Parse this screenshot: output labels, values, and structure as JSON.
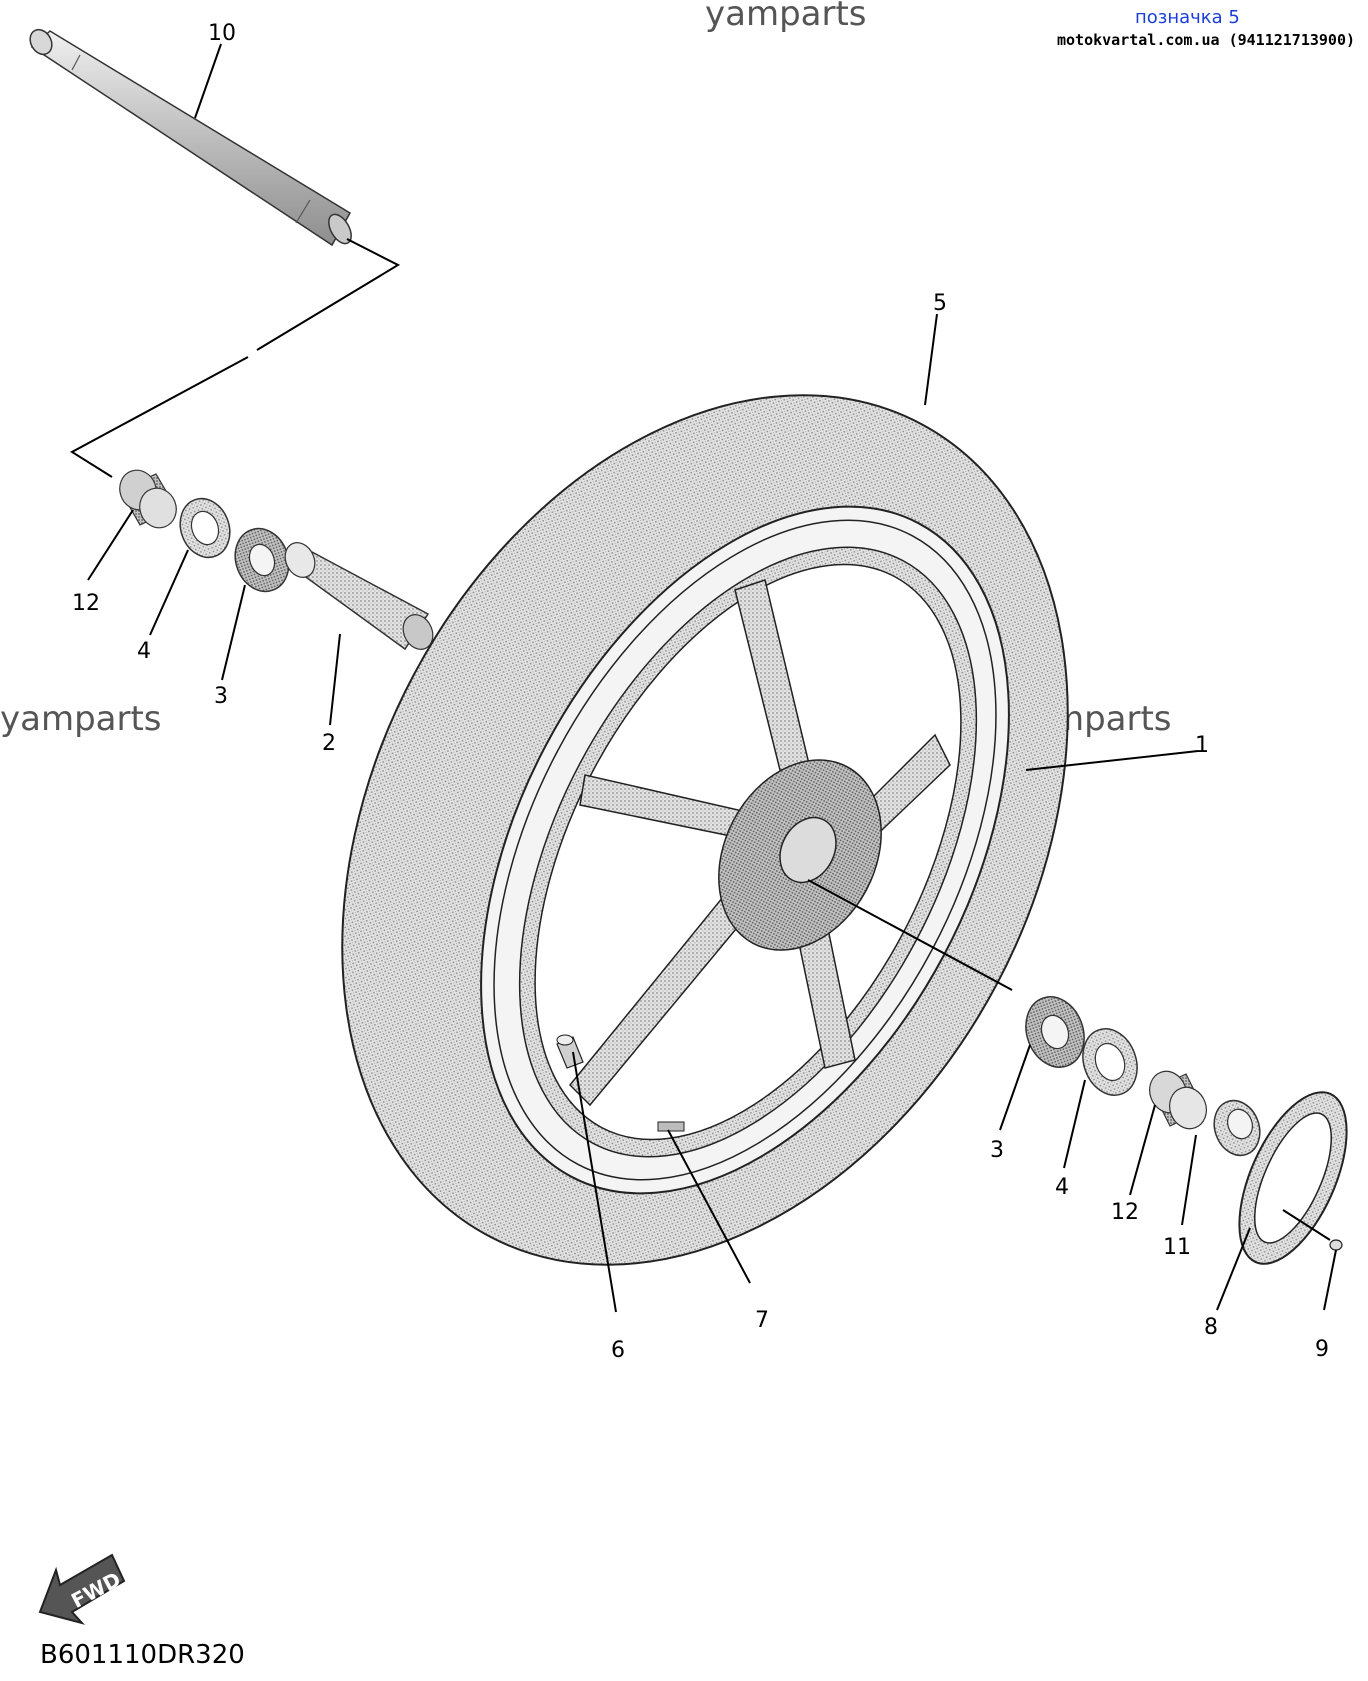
{
  "header": {
    "title": "позначка 5",
    "source": "motokvartal.com.ua (941121713900)"
  },
  "watermark": "yamparts",
  "fwd_label": "FWD",
  "diagram_code": "B601110DR320",
  "callouts": {
    "c1": "1",
    "c2": "2",
    "c3a": "3",
    "c3b": "3",
    "c4a": "4",
    "c4b": "4",
    "c5": "5",
    "c6": "6",
    "c7": "7",
    "c8": "8",
    "c9": "9",
    "c10": "10",
    "c11": "11",
    "c12a": "12",
    "c12b": "12"
  }
}
